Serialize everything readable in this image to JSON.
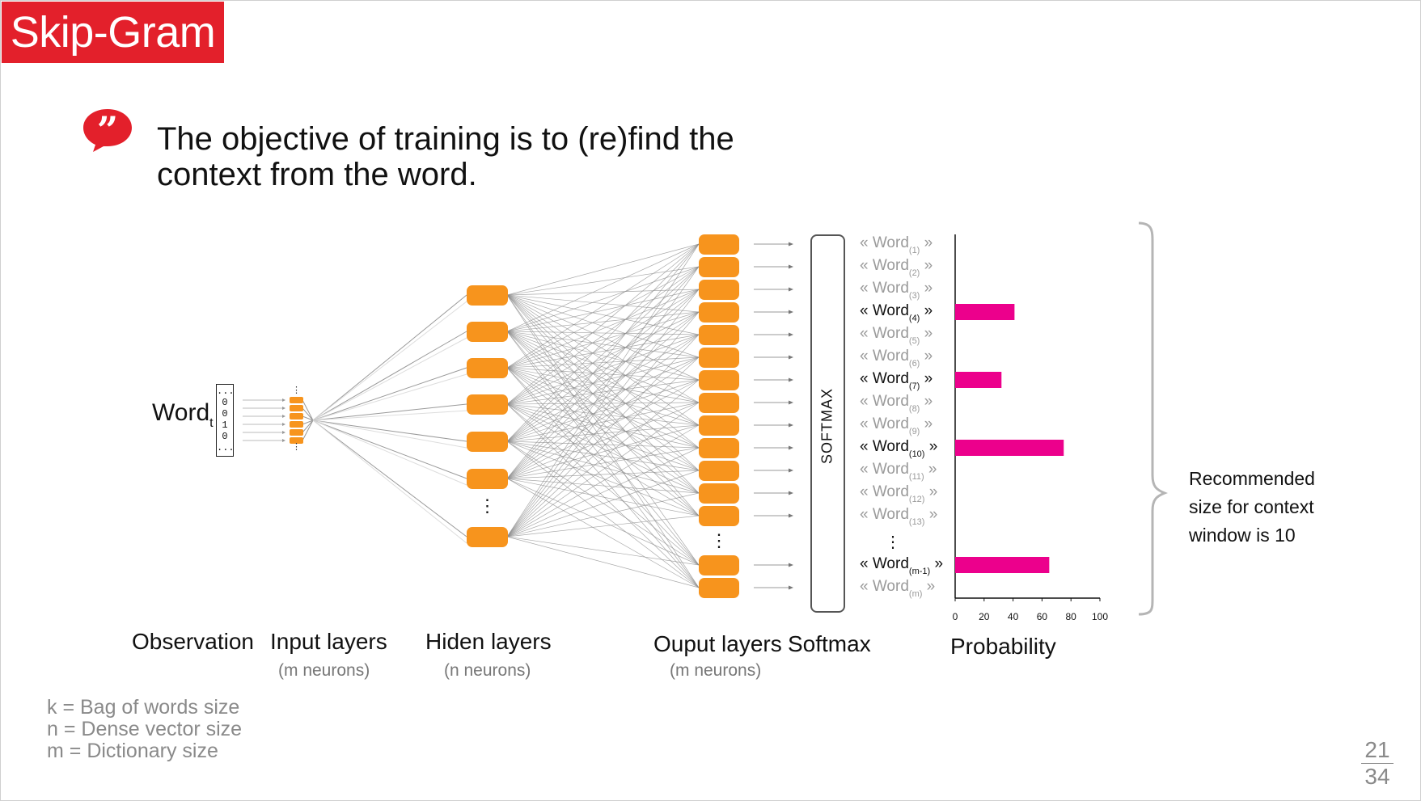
{
  "slide_title": "Skip-Gram",
  "quote_icon": "quote-mark-icon",
  "headline": "The objective of training is to (re)find the context from the word.",
  "input_word": {
    "label": "Word",
    "subscript": "t"
  },
  "one_hot_vector": [
    "...",
    "0",
    "0",
    "1",
    "0",
    "..."
  ],
  "layers": {
    "observation": {
      "label": "Observation"
    },
    "input": {
      "label": "Input layers",
      "sub": "(m neurons)"
    },
    "hidden": {
      "label": "Hiden layers",
      "sub": "(n neurons)"
    },
    "output": {
      "label": "Ouput layers",
      "sub": "(m neurons)"
    },
    "softmax": {
      "label": "Softmax",
      "box_text": "SOFTMAX"
    },
    "probability": {
      "label": "Probability"
    }
  },
  "colors": {
    "title_bg": "#e3202b",
    "neuron": "#f7941d",
    "bar": "#ec008c",
    "muted_text": "#9a9a9a"
  },
  "output_words": [
    {
      "label": "« Word",
      "sub": "(1)",
      "close": "»",
      "highlighted": false
    },
    {
      "label": "« Word",
      "sub": "(2)",
      "close": "»",
      "highlighted": false
    },
    {
      "label": "« Word",
      "sub": "(3)",
      "close": "»",
      "highlighted": false
    },
    {
      "label": "« Word",
      "sub": "(4)",
      "close": "»",
      "highlighted": true
    },
    {
      "label": "« Word",
      "sub": "(5)",
      "close": "»",
      "highlighted": false
    },
    {
      "label": "« Word",
      "sub": "(6)",
      "close": "»",
      "highlighted": false
    },
    {
      "label": "« Word",
      "sub": "(7)",
      "close": "»",
      "highlighted": true
    },
    {
      "label": "« Word",
      "sub": "(8)",
      "close": "»",
      "highlighted": false
    },
    {
      "label": "« Word",
      "sub": "(9)",
      "close": "»",
      "highlighted": false
    },
    {
      "label": "« Word",
      "sub": "(10)",
      "close": "»",
      "highlighted": true
    },
    {
      "label": "« Word",
      "sub": "(11)",
      "close": "»",
      "highlighted": false
    },
    {
      "label": "« Word",
      "sub": "(12)",
      "close": "»",
      "highlighted": false
    },
    {
      "label": "« Word",
      "sub": "(13)",
      "close": "»",
      "highlighted": false
    },
    {
      "label": "« Word",
      "sub": "(m-1)",
      "close": "»",
      "highlighted": true
    },
    {
      "label": "« Word",
      "sub": "(m)",
      "close": "»",
      "highlighted": false
    }
  ],
  "ellipsis": "⋮",
  "chart_data": {
    "type": "bar",
    "orientation": "horizontal",
    "xlabel": "Probability",
    "xlim": [
      0,
      100
    ],
    "xticks": [
      "0",
      "20",
      "40",
      "60",
      "80",
      "100"
    ],
    "categories": [
      "« Word(4) »",
      "« Word(7) »",
      "« Word(10) »",
      "« Word(m-1) »"
    ],
    "values": [
      41,
      32,
      75,
      65
    ]
  },
  "bracket_note": "Recommended size for context window is 10",
  "legend": [
    "k = Bag of words size",
    "n = Dense vector size",
    "m = Dictionary size"
  ],
  "page": {
    "current": "21",
    "total": "34"
  }
}
